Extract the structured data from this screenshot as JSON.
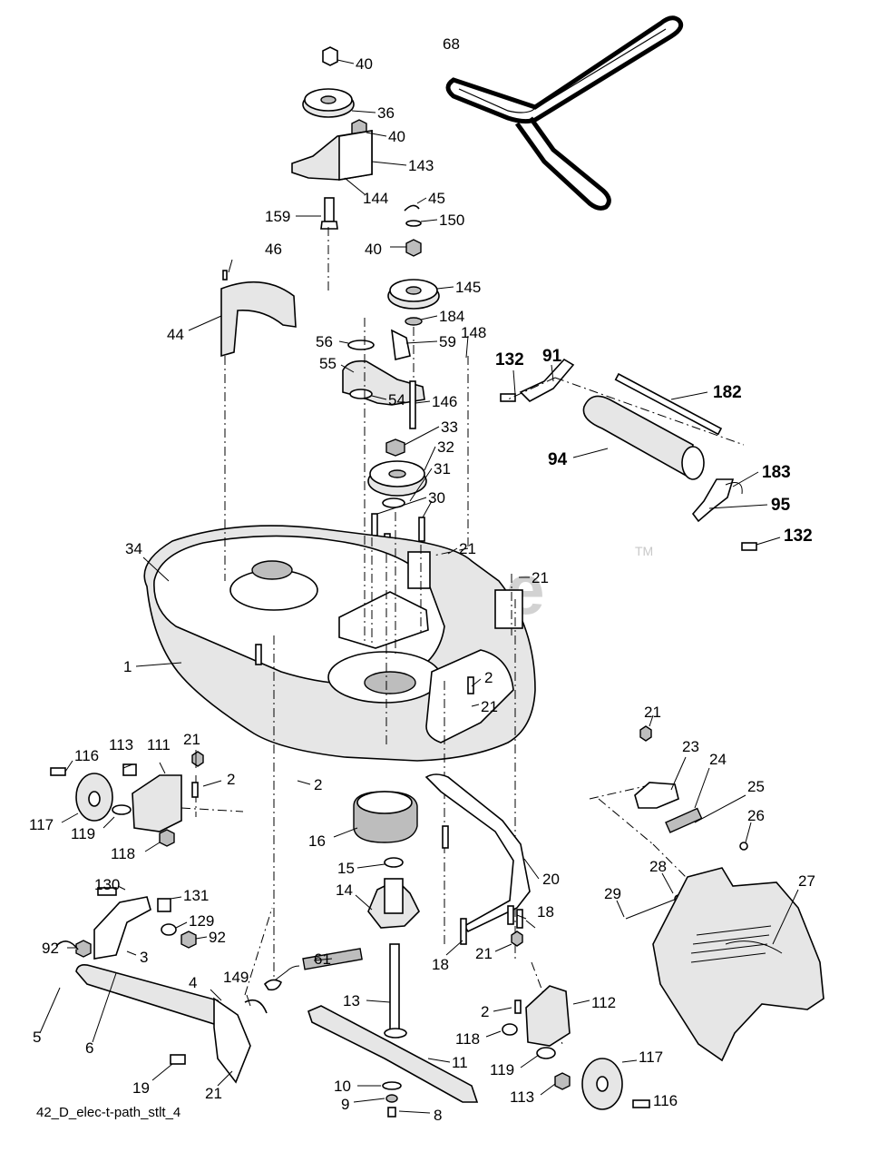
{
  "watermark": {
    "text": "PartsTree",
    "trademark": "TM"
  },
  "footer": {
    "diagram_code": "42_D_elec-t-path_stlt_4"
  },
  "callouts": [
    {
      "id": "c40a",
      "text": "40"
    },
    {
      "id": "c36",
      "text": "36"
    },
    {
      "id": "c40b",
      "text": "40"
    },
    {
      "id": "c143",
      "text": "143"
    },
    {
      "id": "c144",
      "text": "144"
    },
    {
      "id": "c159",
      "text": "159"
    },
    {
      "id": "c45",
      "text": "45"
    },
    {
      "id": "c150",
      "text": "150"
    },
    {
      "id": "c40c",
      "text": "40"
    },
    {
      "id": "c145",
      "text": "145"
    },
    {
      "id": "c184",
      "text": "184"
    },
    {
      "id": "c46",
      "text": "46"
    },
    {
      "id": "c44",
      "text": "44"
    },
    {
      "id": "c56",
      "text": "56"
    },
    {
      "id": "c59",
      "text": "59"
    },
    {
      "id": "c148",
      "text": "148"
    },
    {
      "id": "c55",
      "text": "55"
    },
    {
      "id": "c146",
      "text": "146"
    },
    {
      "id": "c54",
      "text": "54"
    },
    {
      "id": "c33",
      "text": "33"
    },
    {
      "id": "c32",
      "text": "32"
    },
    {
      "id": "c31",
      "text": "31"
    },
    {
      "id": "c30",
      "text": "30"
    },
    {
      "id": "c34",
      "text": "34"
    },
    {
      "id": "c21a",
      "text": "21"
    },
    {
      "id": "c21b",
      "text": "21"
    },
    {
      "id": "c2a",
      "text": "2"
    },
    {
      "id": "c21c",
      "text": "21"
    },
    {
      "id": "c1",
      "text": "1"
    },
    {
      "id": "c68",
      "text": "68"
    },
    {
      "id": "c132a",
      "text": "132"
    },
    {
      "id": "c91",
      "text": "91"
    },
    {
      "id": "c182",
      "text": "182"
    },
    {
      "id": "c94",
      "text": "94"
    },
    {
      "id": "c183",
      "text": "183"
    },
    {
      "id": "c95",
      "text": "95"
    },
    {
      "id": "c132b",
      "text": "132"
    },
    {
      "id": "c116a",
      "text": "116"
    },
    {
      "id": "c113a",
      "text": "113"
    },
    {
      "id": "c111",
      "text": "111"
    },
    {
      "id": "c21d",
      "text": "21"
    },
    {
      "id": "c2b",
      "text": "2"
    },
    {
      "id": "c2c",
      "text": "2"
    },
    {
      "id": "c117a",
      "text": "117"
    },
    {
      "id": "c119a",
      "text": "119"
    },
    {
      "id": "c118a",
      "text": "118"
    },
    {
      "id": "c16",
      "text": "16"
    },
    {
      "id": "c15",
      "text": "15"
    },
    {
      "id": "c14",
      "text": "14"
    },
    {
      "id": "c20",
      "text": "20"
    },
    {
      "id": "c18a",
      "text": "18"
    },
    {
      "id": "c18b",
      "text": "18"
    },
    {
      "id": "c21e",
      "text": "21"
    },
    {
      "id": "c130",
      "text": "130"
    },
    {
      "id": "c131",
      "text": "131"
    },
    {
      "id": "c129",
      "text": "129"
    },
    {
      "id": "c92a",
      "text": "92"
    },
    {
      "id": "c92b",
      "text": "92"
    },
    {
      "id": "c3",
      "text": "3"
    },
    {
      "id": "c61",
      "text": "61"
    },
    {
      "id": "c4",
      "text": "4"
    },
    {
      "id": "c149",
      "text": "149"
    },
    {
      "id": "c13",
      "text": "13"
    },
    {
      "id": "c5",
      "text": "5"
    },
    {
      "id": "c6",
      "text": "6"
    },
    {
      "id": "c19",
      "text": "19"
    },
    {
      "id": "c21f",
      "text": "21"
    },
    {
      "id": "c11",
      "text": "11"
    },
    {
      "id": "c10",
      "text": "10"
    },
    {
      "id": "c9",
      "text": "9"
    },
    {
      "id": "c8",
      "text": "8"
    },
    {
      "id": "c2d",
      "text": "2"
    },
    {
      "id": "c118b",
      "text": "118"
    },
    {
      "id": "c112",
      "text": "112"
    },
    {
      "id": "c119b",
      "text": "119"
    },
    {
      "id": "c113b",
      "text": "113"
    },
    {
      "id": "c117b",
      "text": "117"
    },
    {
      "id": "c116b",
      "text": "116"
    },
    {
      "id": "c21g",
      "text": "21"
    },
    {
      "id": "c23",
      "text": "23"
    },
    {
      "id": "c24",
      "text": "24"
    },
    {
      "id": "c25",
      "text": "25"
    },
    {
      "id": "c26",
      "text": "26"
    },
    {
      "id": "c28",
      "text": "28"
    },
    {
      "id": "c29",
      "text": "29"
    },
    {
      "id": "c27",
      "text": "27"
    }
  ]
}
